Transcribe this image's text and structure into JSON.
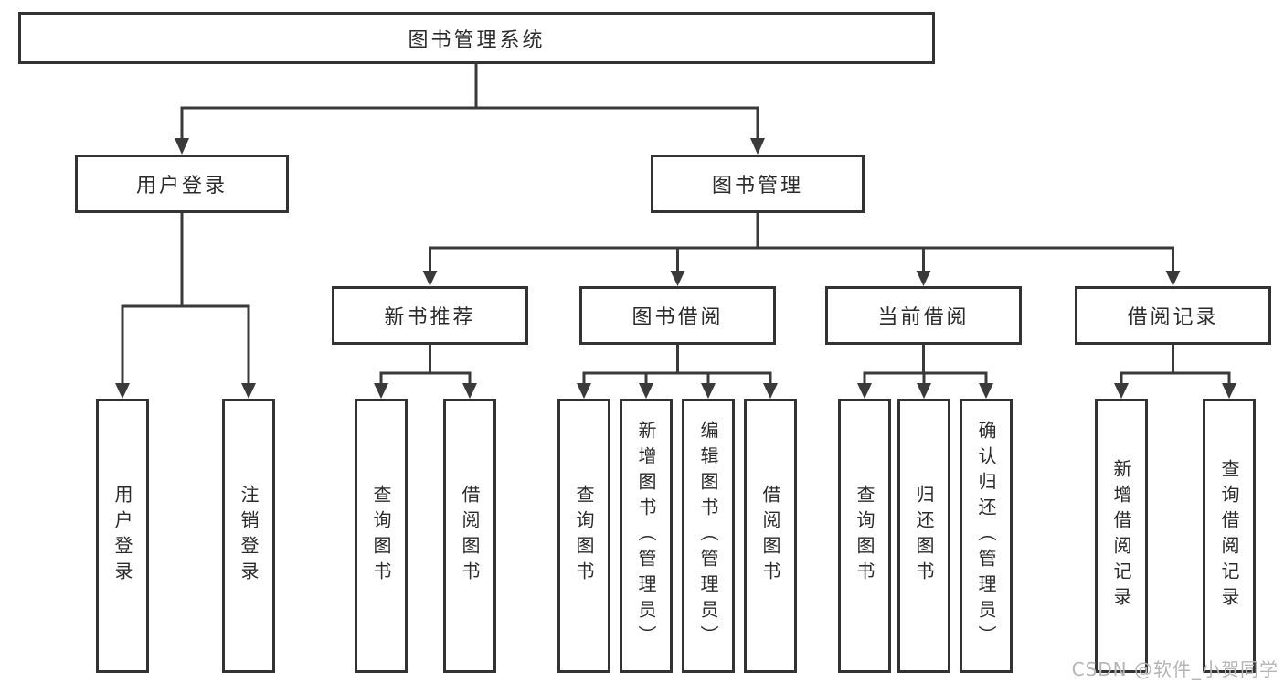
{
  "nodes": {
    "root": "图书管理系统",
    "user_login": "用户登录",
    "book_mgmt": "图书管理",
    "new_books": "新书推荐",
    "book_borrow": "图书借阅",
    "current_borrow": "当前借阅",
    "borrow_records": "借阅记录"
  },
  "leaves": {
    "user_login": [
      "用户登录",
      "注销登录"
    ],
    "new_books": [
      "查询图书",
      "借阅图书"
    ],
    "book_borrow": [
      "查询图书",
      "新增图书（管理员）",
      "编辑图书（管理员）",
      "借阅图书"
    ],
    "current_borrow": [
      "查询图书",
      "归还图书",
      "确认归还（管理员）"
    ],
    "borrow_records": [
      "新增借阅记录",
      "查询借阅记录"
    ]
  },
  "watermark": "CSDN @软件_小贺同学",
  "colors": {
    "line": "#3a3a3a",
    "box_border": "#333333",
    "box_bg": "#ffffff",
    "text": "#2b2b2b",
    "watermark": "#b5b5b5"
  }
}
